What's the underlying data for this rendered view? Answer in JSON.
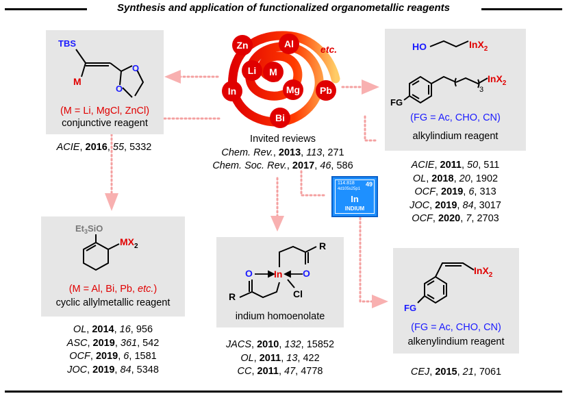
{
  "title": "Synthesis and application of functionalized organometallic reagents",
  "center": {
    "metals": [
      "Zn",
      "Al",
      "Li",
      "M",
      "Mg",
      "In",
      "Pb",
      "Bi"
    ],
    "etc_label": "etc.",
    "reviews_heading": "Invited reviews",
    "reviews": [
      {
        "journal": "Chem. Rev.",
        "year": "2013",
        "volume": "113",
        "page": "271"
      },
      {
        "journal": "Chem. Soc. Rev.",
        "year": "2017",
        "volume": "46",
        "page": "586"
      }
    ]
  },
  "element_tile": {
    "mass": "114.818",
    "config": "4d105s25p1",
    "number": "49",
    "symbol": "In",
    "name": "INDIUM"
  },
  "panels": {
    "conjunctive": {
      "labels": {
        "tbs": "TBS",
        "metal": "M",
        "o1": "O",
        "o2": "O"
      },
      "note": "(M = Li, MgCl, ZnCl)",
      "caption": "conjunctive reagent",
      "refs": [
        {
          "journal": "ACIE",
          "year": "2016",
          "volume": "55",
          "page": "5332"
        }
      ]
    },
    "alkylindium": {
      "labels": {
        "ho": "HO",
        "inx2": "InX",
        "sub2": "2",
        "fg": "FG",
        "n3": "3"
      },
      "note": "(FG = Ac, CHO, CN)",
      "caption": "alkylindium reagent",
      "refs": [
        {
          "journal": "ACIE",
          "year": "2011",
          "volume": "50",
          "page": "511"
        },
        {
          "journal": "OL",
          "year": "2018",
          "volume": "20",
          "page": "1902"
        },
        {
          "journal": "OCF",
          "year": "2019",
          "volume": "6",
          "page": "313"
        },
        {
          "journal": "JOC",
          "year": "2019",
          "volume": "84",
          "page": "3017"
        },
        {
          "journal": "OCF",
          "year": "2020",
          "volume": "7",
          "page": "2703"
        }
      ]
    },
    "allylmetallic": {
      "labels": {
        "siloxy": "Et",
        "sub3": "3",
        "sio": "SiO",
        "mx": "MX",
        "sub2": "2"
      },
      "note_pre": "(M = Al, Bi, Pb, ",
      "note_etc": "etc.",
      "note_post": ")",
      "caption": "cyclic allylmetallic reagent",
      "refs": [
        {
          "journal": "OL",
          "year": "2014",
          "volume": "16",
          "page": "956"
        },
        {
          "journal": "ASC",
          "year": "2019",
          "volume": "361",
          "page": "542"
        },
        {
          "journal": "OCF",
          "year": "2019",
          "volume": "6",
          "page": "1581"
        },
        {
          "journal": "JOC",
          "year": "2019",
          "volume": "84",
          "page": "5348"
        }
      ]
    },
    "homoenolate": {
      "labels": {
        "r1": "R",
        "r2": "R",
        "in": "In",
        "cl": "Cl",
        "o1": "O",
        "o2": "O"
      },
      "caption": "indium homoenolate",
      "refs": [
        {
          "journal": "JACS",
          "year": "2010",
          "volume": "132",
          "page": "15852"
        },
        {
          "journal": "OL",
          "year": "2011",
          "volume": "13",
          "page": "422"
        },
        {
          "journal": "CC",
          "year": "2011",
          "volume": "47",
          "page": "4778"
        }
      ]
    },
    "alkenylindium": {
      "labels": {
        "inx2": "InX",
        "sub2": "2",
        "fg": "FG"
      },
      "note": "(FG = Ac, CHO, CN)",
      "caption": "alkenylindium reagent",
      "refs": [
        {
          "journal": "CEJ",
          "year": "2015",
          "volume": "21",
          "page": "7061"
        }
      ]
    }
  }
}
